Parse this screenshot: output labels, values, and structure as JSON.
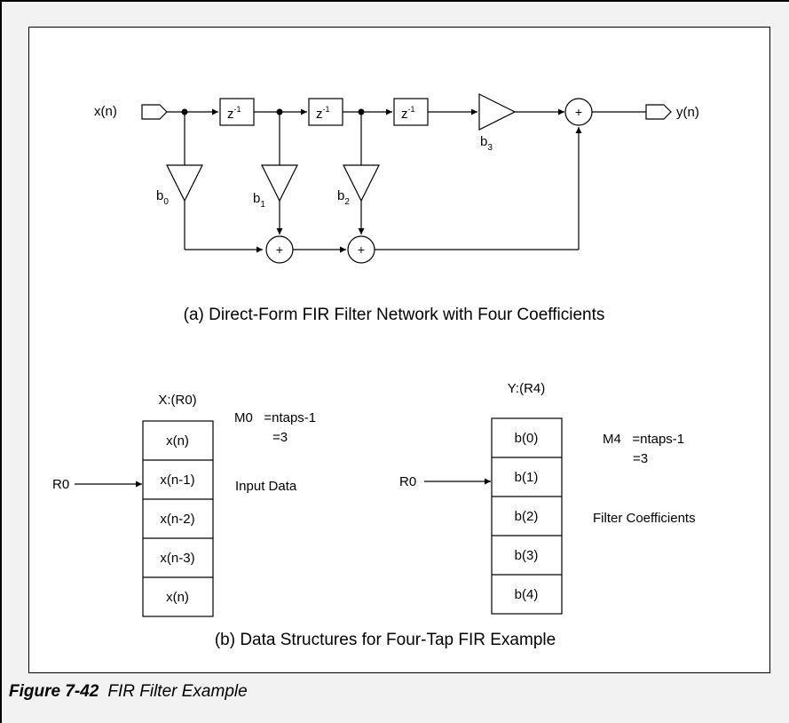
{
  "network": {
    "input_label": "x(n)",
    "output_label": "y(n)",
    "delay_label": "z",
    "delay_exp": "-1",
    "sum_symbol": "+",
    "coeff_base": "b",
    "coeff_subs": [
      "0",
      "1",
      "2",
      "3"
    ]
  },
  "caption_a": "(a) Direct-Form FIR Filter Network with Four Coefficients",
  "input_buffer": {
    "title": "X:(R0)",
    "cells": [
      "x(n)",
      "x(n-1)",
      "x(n-2)",
      "x(n-3)",
      "x(n)"
    ],
    "pointer": "R0",
    "modifier_line1": "M0   =ntaps-1",
    "modifier_line2": "=3",
    "label": "Input Data"
  },
  "coeff_buffer": {
    "title": "Y:(R4)",
    "cells": [
      "b(0)",
      "b(1)",
      "b(2)",
      "b(3)",
      "b(4)"
    ],
    "pointer": "R0",
    "modifier_line1": "M4   =ntaps-1",
    "modifier_line2": "=3",
    "label": "Filter Coefficients"
  },
  "caption_b": "(b) Data Structures for Four-Tap FIR Example",
  "figure": {
    "number": "Figure 7-42",
    "title": "FIR Filter Example"
  }
}
